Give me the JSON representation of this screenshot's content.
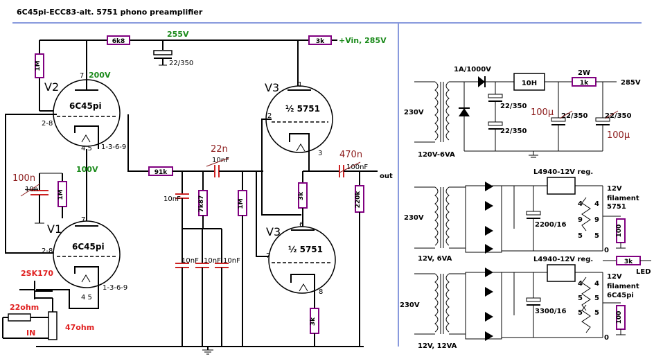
{
  "title": "6C45pi-ECC83-alt. 5751 phono preamplifier",
  "colors": {
    "divider": "#8899dd",
    "resistor": "#800080",
    "green_label": "#1a8a1a",
    "red_label": "#e02020",
    "maroon_label": "#8b1a1a"
  },
  "preamp": {
    "v2_label": "V2",
    "v2_type": "6C45pi",
    "v2_pin_anode": "7",
    "v2_pin_grid": "2-8",
    "v2_pins_cathode": "1-3-6-9",
    "v2_pins_heater": "4 5",
    "v1_label": "V1",
    "v1_type": "6C45pi",
    "v1_pin_anode": "7",
    "v1_pin_grid": "2-8",
    "v1_pins_cathode": "1-3-6-9",
    "v1_pins_heater": "4 5",
    "v3_top_label": "V3",
    "v3_top_type": "½ 5751",
    "v3_top_pin1": "1",
    "v3_top_pin2": "2",
    "v3_top_pin3": "3",
    "v3_bot_label": "V3",
    "v3_bot_type": "½ 5751",
    "v3_bot_pin6": "6",
    "v3_bot_pin7": "7",
    "v3_bot_pin8": "8",
    "v_255": "255V",
    "v_200": "200V",
    "v_100": "100V",
    "vin": "+Vin, 285V",
    "r_6k8": "6k8",
    "r_3k_top": "3k",
    "r_1m_top": "1M",
    "r_1m_mid": "1M",
    "r_91k": "91k",
    "r_7k87": "7k87",
    "r_1m_right": "1M",
    "r_3k_mid": "3k",
    "r_220k": "220k",
    "r_3k_bot": "3k",
    "c_22_350": "22/350",
    "c_22n": "22n",
    "c_10nf_strike": "10nF",
    "c_470n": "470n",
    "c_100nf_strike": "100nF",
    "c_100n": "100n",
    "c_10n_strike": "10n",
    "c_10nf_a": "10nF",
    "c_10nf_b": "10nF",
    "c_10nf_c": "10nF",
    "c_10nf_d": "10nF",
    "out": "out",
    "fet": "2SK170",
    "r_22ohm": "22ohm",
    "r_47ohm": "47ohm",
    "in": "IN"
  },
  "psu_ht": {
    "mains": "230V",
    "secondary": "120V-6VA",
    "diode": "1A/1000V",
    "choke": "10H",
    "r_power": "2W",
    "r_1k": "1k",
    "v_out": "285V",
    "c1": "22/350",
    "c2": "22/350",
    "c3": "22/350",
    "c4": "22/350",
    "c3_hand": "100µ",
    "c4_hand": "100µ"
  },
  "psu_fil1": {
    "mains": "230V",
    "secondary": "12V, 6VA",
    "reg": "L4940-12V reg.",
    "cap": "2200/16",
    "out_v": "12V",
    "out_label1": "filament",
    "out_label2": "5751",
    "pin4a": "4",
    "pin4b": "4",
    "pin9a": "9",
    "pin9b": "9",
    "pin5a": "5",
    "pin5b": "5",
    "r_100": "100",
    "zero": "0"
  },
  "psu_fil2": {
    "mains": "230V",
    "secondary": "12V, 12VA",
    "reg": "L4940-12V reg.",
    "cap": "3300/16",
    "out_v": "12V",
    "out_label1": "filament",
    "out_label2": "6C45pi",
    "pin4a": "4",
    "pin4b": "4",
    "pin5a": "5",
    "pin5b": "5",
    "pin5c": "5",
    "pin5d": "5",
    "r_100": "100",
    "zero": "0",
    "r_3k": "3k",
    "led": "LED"
  }
}
